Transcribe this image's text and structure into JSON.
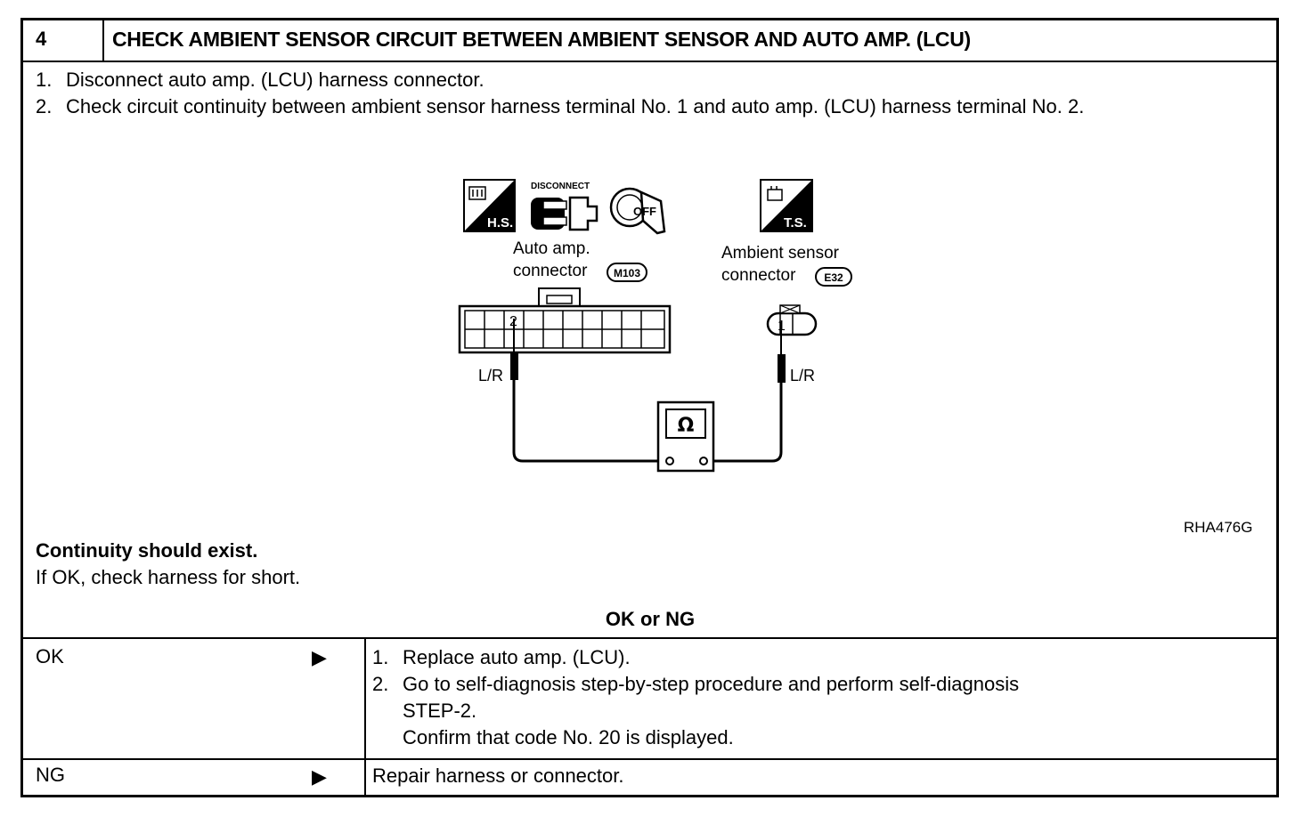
{
  "step": {
    "number": "4",
    "title": "CHECK AMBIENT SENSOR CIRCUIT BETWEEN AMBIENT SENSOR AND AUTO AMP. (LCU)"
  },
  "instructions": [
    {
      "num": "1.",
      "text": "Disconnect auto amp. (LCU) harness connector."
    },
    {
      "num": "2.",
      "text": "Check circuit continuity between ambient sensor harness terminal No. 1 and auto amp. (LCU) harness terminal No. 2."
    }
  ],
  "diagram": {
    "hs_badge": "H.S.",
    "disconnect_label": "DISCONNECT",
    "off_label": "OFF",
    "ts_badge": "T.S.",
    "auto_amp_label_1": "Auto amp.",
    "auto_amp_label_2": "connector",
    "auto_amp_code": "M103",
    "ambient_label_1": "Ambient sensor",
    "ambient_label_2": "connector",
    "ambient_code": "E32",
    "terminal_2": "2",
    "terminal_1": "1",
    "wire_left": "L/R",
    "wire_right": "L/R",
    "ohm_symbol": "Ω",
    "ref_code": "RHA476G"
  },
  "result": {
    "bold": "Continuity should exist.",
    "text": "If OK, check harness for short."
  },
  "ok_ng_title": "OK or NG",
  "ok": {
    "label": "OK",
    "arrow": "▶",
    "lines": [
      {
        "num": "1.",
        "text": "Replace auto amp. (LCU)."
      },
      {
        "num": "2.",
        "text": "Go to self-diagnosis step-by-step procedure and perform self-diagnosis"
      },
      {
        "num": "",
        "text": "STEP-2."
      },
      {
        "num": "",
        "text": "Confirm that code No. 20 is displayed."
      }
    ]
  },
  "ng": {
    "label": "NG",
    "arrow": "▶",
    "text": "Repair harness or connector."
  }
}
